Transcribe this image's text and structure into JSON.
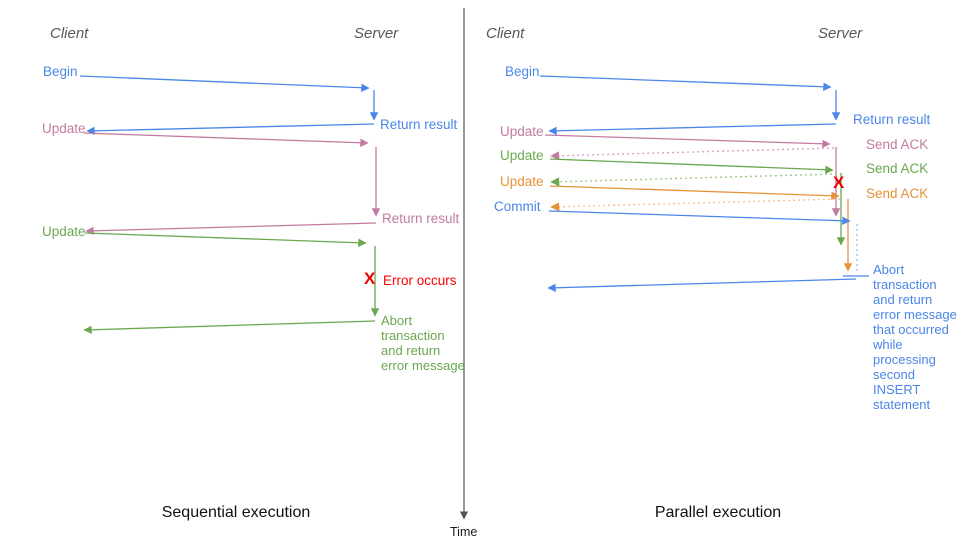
{
  "palette": {
    "blue": "#4a86e8",
    "pink": "#c27ba0",
    "green": "#6aa84f",
    "orange": "#e69138",
    "red": "#ff0000",
    "axis_gray": "#555555",
    "header_gray": "#595959"
  },
  "time_axis": {
    "label": "Time"
  },
  "left": {
    "title": "Sequential execution",
    "client_header": "Client",
    "server_header": "Server",
    "messages": {
      "begin": "Begin",
      "return_result_1": "Return result",
      "update_1": "Update",
      "return_result_2": "Return result",
      "update_2": "Update",
      "error_mark": "X",
      "error_occurs": "Error occurs",
      "abort": "Abort\ntransaction\nand return\nerror message"
    }
  },
  "right": {
    "title": "Parallel execution",
    "client_header": "Client",
    "server_header": "Server",
    "messages": {
      "begin": "Begin",
      "return_result": "Return result",
      "update_1": "Update",
      "send_ack_1": "Send ACK",
      "update_2": "Update",
      "send_ack_2": "Send ACK",
      "update_3": "Update",
      "send_ack_3": "Send ACK",
      "commit": "Commit",
      "error_mark": "X",
      "abort": "Abort\ntransaction\nand return\nerror message\nthat occurred\nwhile\nprocessing\nsecond\nINSERT\nstatement"
    }
  }
}
